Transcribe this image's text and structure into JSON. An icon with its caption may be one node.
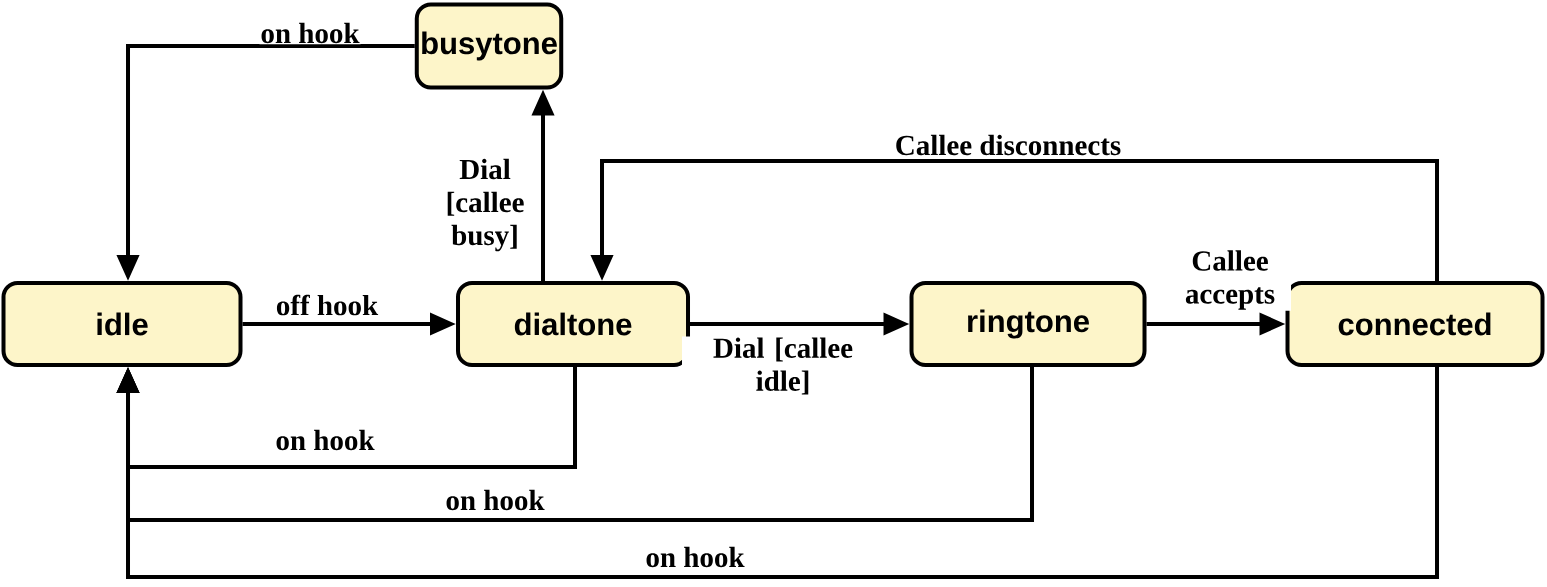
{
  "diagram": {
    "nodes": [
      {
        "text": [
          "busytone"
        ]
      },
      {
        "text": [
          "idle"
        ]
      },
      {
        "text": [
          "dialtone"
        ]
      },
      {
        "text": [
          "ringtone"
        ]
      },
      {
        "text": [
          "connected"
        ]
      }
    ],
    "edges": [
      {
        "from": 1,
        "to": 2,
        "arrow": "to",
        "label": "off hook"
      },
      {
        "from": 0,
        "to": 1,
        "arrow": "to",
        "label": "on hook"
      },
      {
        "from": 2,
        "to": 0,
        "arrow": "to",
        "label": "Dial [callee busy]"
      },
      {
        "from": 2,
        "to": 3,
        "arrow": "to",
        "label": "Dial [callee idle]"
      },
      {
        "from": 3,
        "to": 4,
        "arrow": "to",
        "label": "Callee accepts"
      },
      {
        "from": 4,
        "to": 2,
        "arrow": "to",
        "label": "Callee disconnects"
      },
      {
        "from": 2,
        "to": 1,
        "arrow": "to",
        "label": "on hook"
      },
      {
        "from": 3,
        "to": 1,
        "arrow": "to",
        "label": "on hook"
      },
      {
        "from": 4,
        "to": 1,
        "arrow": "to",
        "label": "on hook"
      }
    ]
  }
}
